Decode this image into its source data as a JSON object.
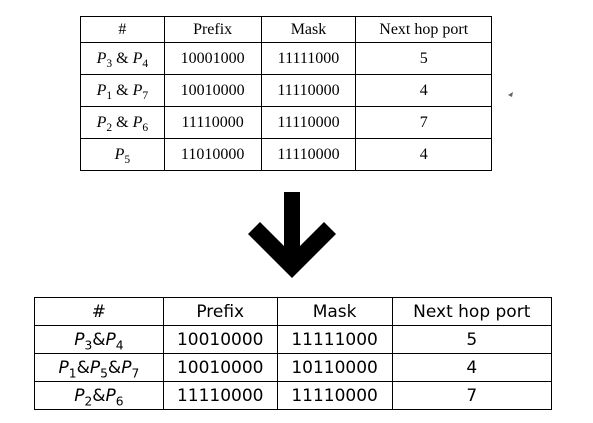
{
  "top_table": {
    "headers": [
      "#",
      "Prefix",
      "Mask",
      "Next hop port"
    ],
    "rows": [
      {
        "id": [
          {
            "p": "P",
            "s": "3"
          },
          {
            "p": "P",
            "s": "4"
          }
        ],
        "prefix": "10001000",
        "mask": "11111000",
        "port": "5"
      },
      {
        "id": [
          {
            "p": "P",
            "s": "1"
          },
          {
            "p": "P",
            "s": "7"
          }
        ],
        "prefix": "10010000",
        "mask": "11110000",
        "port": "4"
      },
      {
        "id": [
          {
            "p": "P",
            "s": "2"
          },
          {
            "p": "P",
            "s": "6"
          }
        ],
        "prefix": "11110000",
        "mask": "11110000",
        "port": "7"
      },
      {
        "id": [
          {
            "p": "P",
            "s": "5"
          }
        ],
        "prefix": "11010000",
        "mask": "11110000",
        "port": "4"
      }
    ]
  },
  "bottom_table": {
    "headers": [
      "#",
      "Prefix",
      "Mask",
      "Next hop port"
    ],
    "rows": [
      {
        "id": [
          {
            "p": "P",
            "s": "3"
          },
          {
            "p": "P",
            "s": "4"
          }
        ],
        "prefix": "10010000",
        "mask": "11111000",
        "port": "5"
      },
      {
        "id": [
          {
            "p": "P",
            "s": "1"
          },
          {
            "p": "P",
            "s": "5"
          },
          {
            "p": "P",
            "s": "7"
          }
        ],
        "prefix": "10010000",
        "mask": "10110000",
        "port": "4"
      },
      {
        "id": [
          {
            "p": "P",
            "s": "2"
          },
          {
            "p": "P",
            "s": "6"
          }
        ],
        "prefix": "11110000",
        "mask": "11110000",
        "port": "7"
      }
    ]
  },
  "arrow_icon": "down-arrow-icon"
}
